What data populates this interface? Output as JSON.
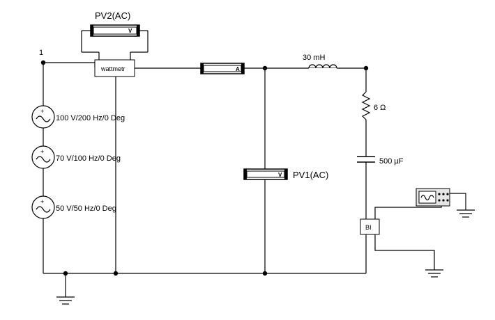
{
  "node_label": "1",
  "wattmeter": {
    "label": "wattmetr"
  },
  "voltmeter_top": {
    "name": "PV2(AC)",
    "unit": "V"
  },
  "voltmeter_mid": {
    "name": "PV1(AC)",
    "unit": "V"
  },
  "ammeter": {
    "unit": "A"
  },
  "sources": [
    {
      "label": "100 V/200 Hz/0 Deg"
    },
    {
      "label": "70 V/100 Hz/0 Deg"
    },
    {
      "label": "50 V/50 Hz/0 Deg"
    }
  ],
  "inductor": {
    "label": "30 mH"
  },
  "resistor": {
    "label": "6 Ω"
  },
  "capacitor": {
    "label": "500 µF"
  },
  "bi_block": {
    "label": "BI"
  }
}
